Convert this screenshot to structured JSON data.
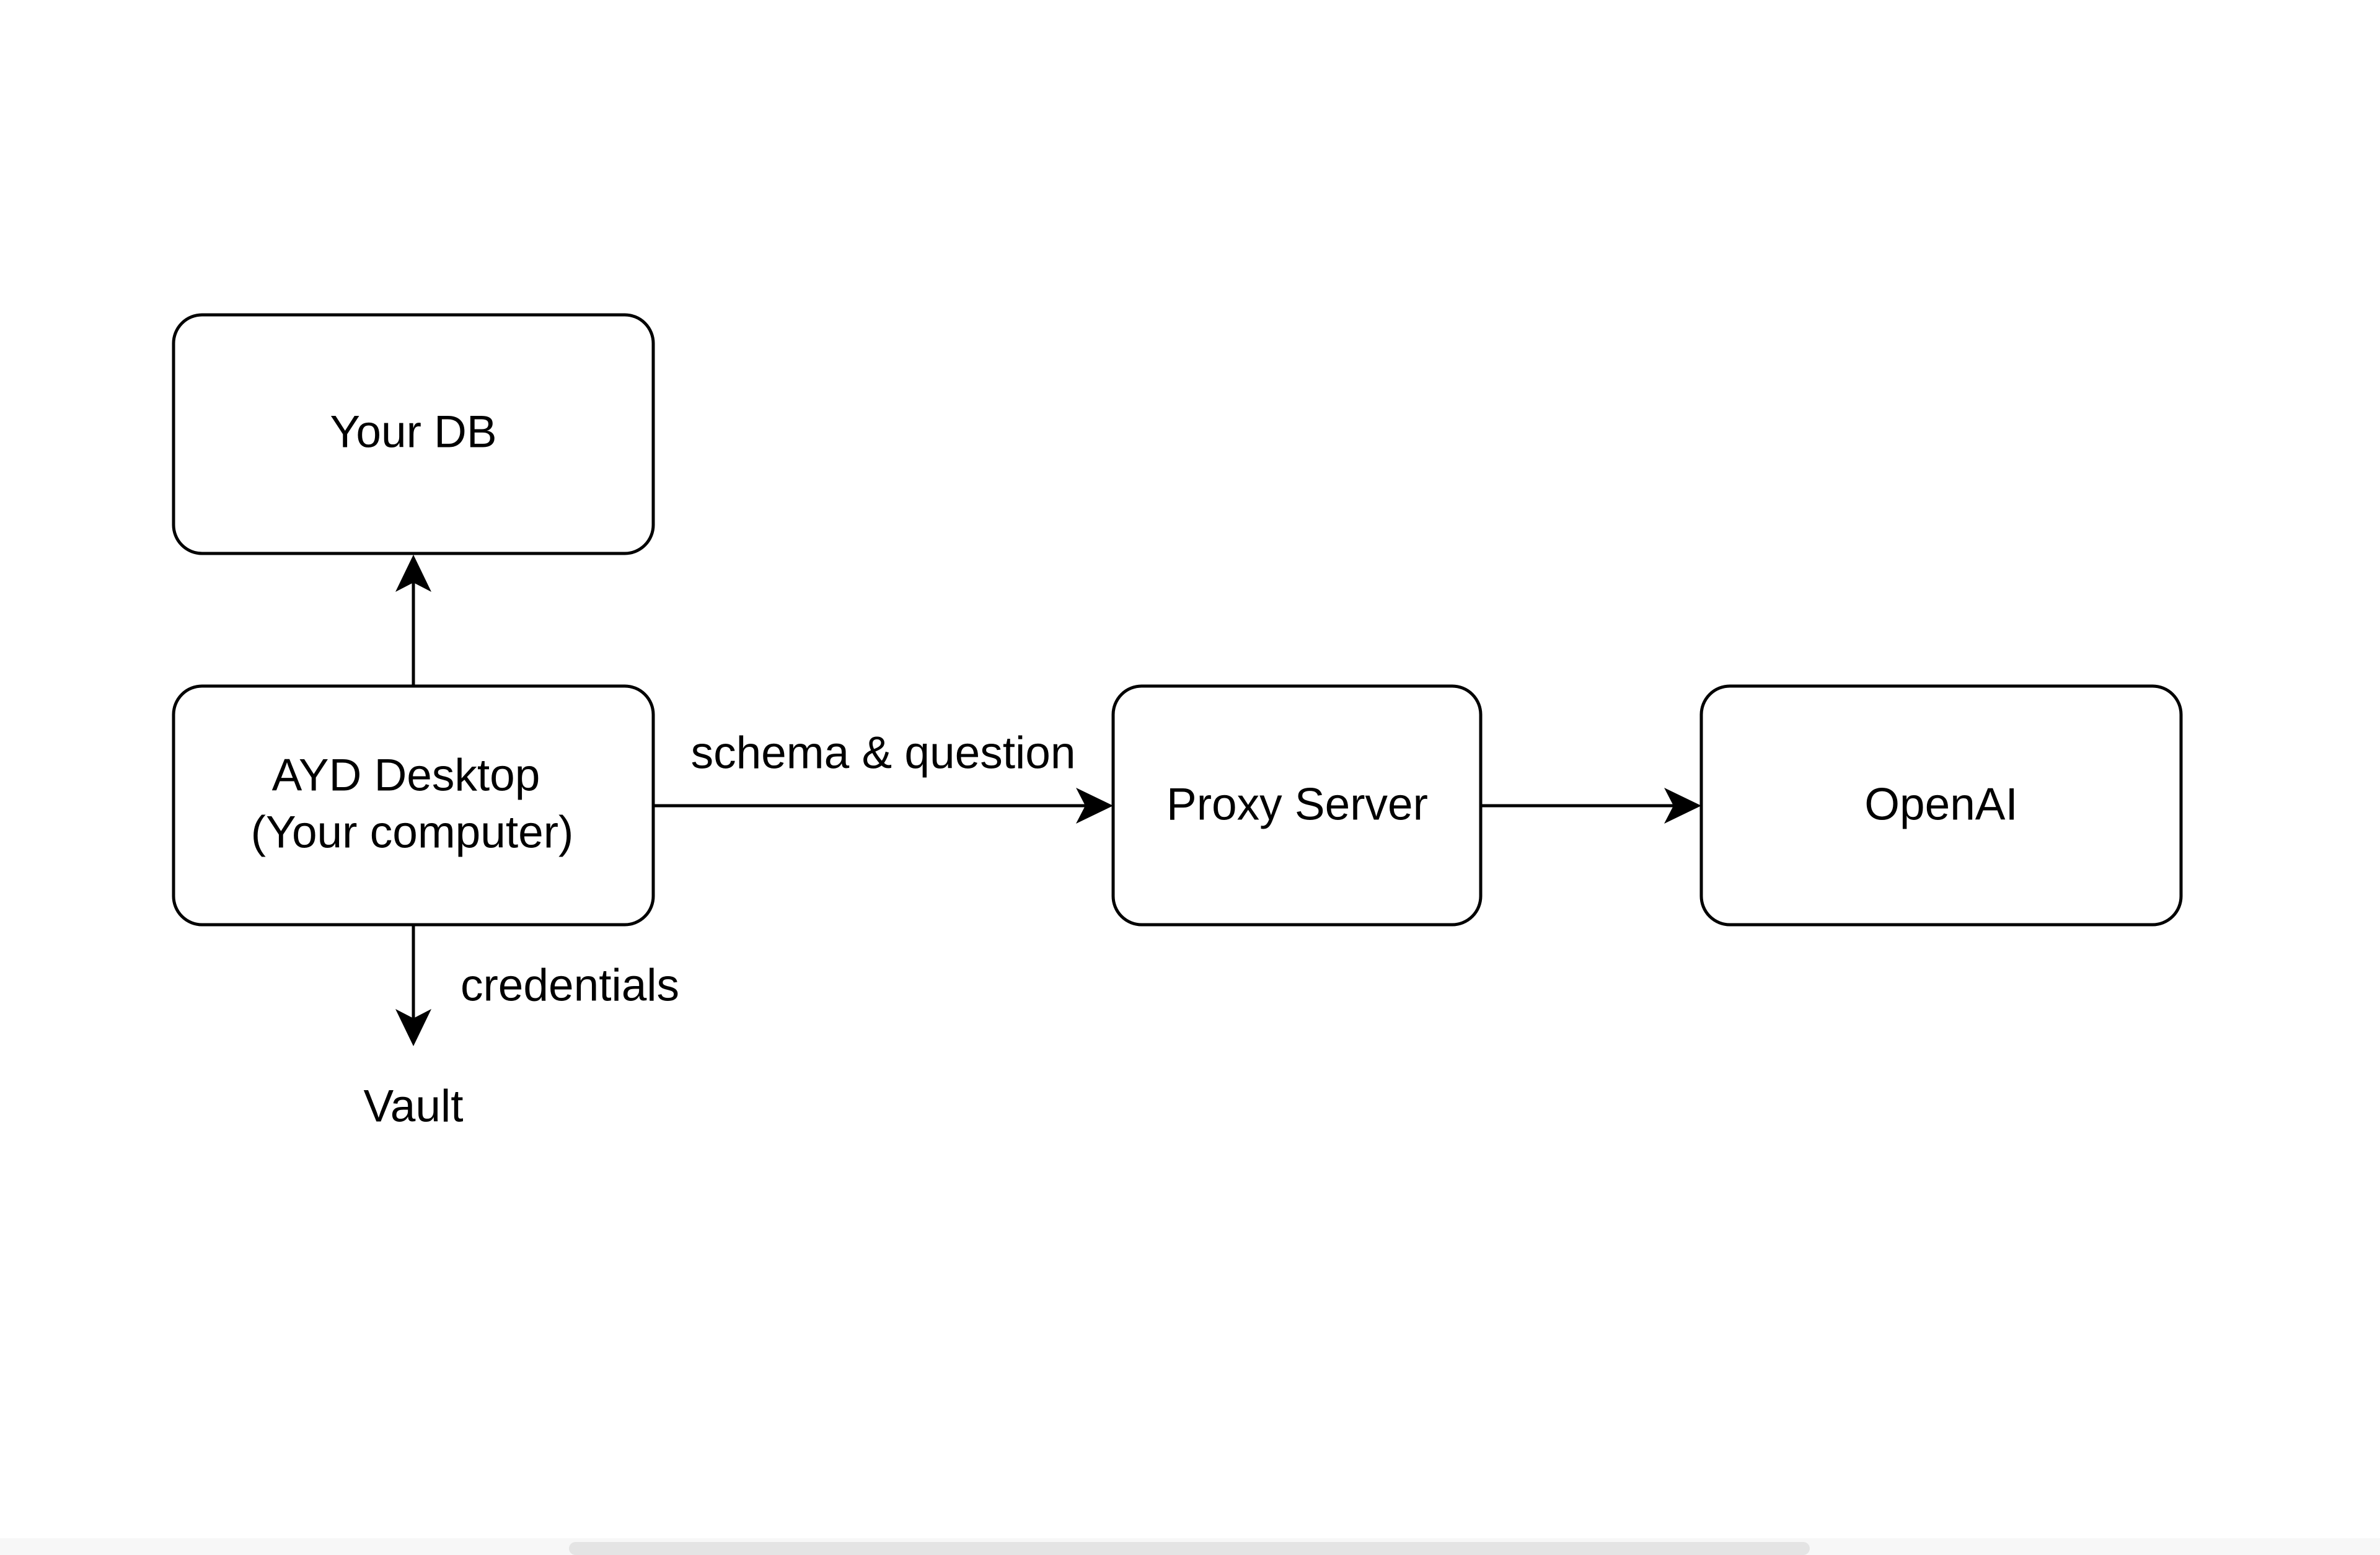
{
  "diagram": {
    "nodes": {
      "your_db": {
        "label": "Your DB"
      },
      "ayd_desktop": {
        "line1": "AYD Desktop",
        "line2": "(Your computer)"
      },
      "proxy_server": {
        "label": "Proxy Server"
      },
      "openai": {
        "label": "OpenAI"
      },
      "vault": {
        "label": "Vault"
      }
    },
    "edges": {
      "desktop_to_proxy": {
        "label": "schema & question"
      },
      "desktop_to_vault": {
        "label": "credentials"
      }
    }
  }
}
